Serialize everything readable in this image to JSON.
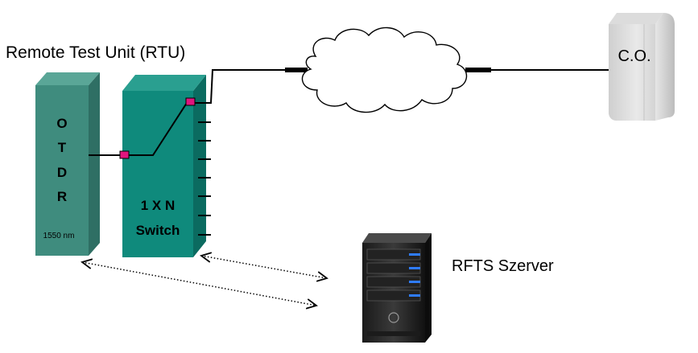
{
  "rtu": {
    "title": "Remote Test Unit (RTU)"
  },
  "otdr": {
    "letters": [
      "O",
      "T",
      "D",
      "R"
    ],
    "wavelength": "1550 nm",
    "front_color": "#3f8c7e",
    "side_color": "#2f6f64"
  },
  "switch": {
    "line1": "1 X N",
    "line2": "Switch",
    "front_color": "#0f8a7c",
    "side_color": "#0b6b60"
  },
  "co": {
    "label": "C.O."
  },
  "server": {
    "label": "RFTS Szerver",
    "accent_color": "#2f7cff"
  },
  "connector_color": "#e0157e",
  "icons": [
    "cloud-icon",
    "server-icon",
    "co-building-icon",
    "double-arrow-icon"
  ]
}
